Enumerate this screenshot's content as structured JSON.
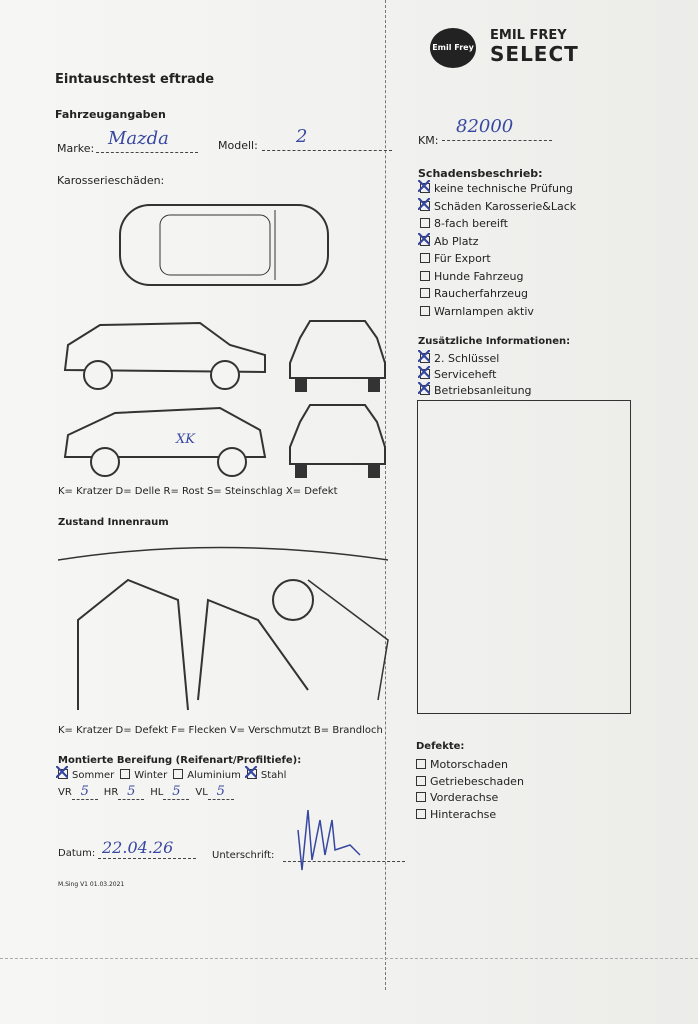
{
  "logo": {
    "brand_small": "Emil Frey",
    "brand_line1": "EMIL FREY",
    "brand_line2": "SELECT"
  },
  "title": "Eintauschtest eftrade",
  "vehicle": {
    "section": "Fahrzeugangaben",
    "make_label": "Marke:",
    "make_value": "Mazda",
    "model_label": "Modell:",
    "model_value": "2",
    "km_label": "KM:",
    "km_value": "82000"
  },
  "body_damage": {
    "section": "Karosserieschäden:",
    "legend": "K= Kratzer D= Delle R= Rost S= Steinschlag X= Defekt",
    "mark": "XK"
  },
  "interior": {
    "section": "Zustand Innenraum",
    "legend": "K= Kratzer D= Defekt F= Flecken V= Verschmutzt B= Brandloch"
  },
  "tires": {
    "section": "Montierte Bereifung (Reifenart/Profiltiefe):",
    "options": [
      {
        "label": "Sommer",
        "checked": true
      },
      {
        "label": "Winter",
        "checked": false
      },
      {
        "label": "Aluminium",
        "checked": false
      },
      {
        "label": "Stahl",
        "checked": true
      }
    ],
    "depths": [
      {
        "label": "VR",
        "value": "5"
      },
      {
        "label": "HR",
        "value": "5"
      },
      {
        "label": "HL",
        "value": "5"
      },
      {
        "label": "VL",
        "value": "5"
      }
    ]
  },
  "date": {
    "label": "Datum:",
    "value": "22.04.26"
  },
  "signature": {
    "label": "Unterschrift:",
    "value": "signature"
  },
  "footer": "M.Sing V1 01.03.2021",
  "damage_desc": {
    "section": "Schadensbeschrieb:",
    "items": [
      {
        "label": "keine technische Prüfung",
        "checked": true
      },
      {
        "label": "Schäden Karosserie&Lack",
        "checked": true
      },
      {
        "label": "8-fach bereift",
        "checked": false
      },
      {
        "label": "Ab Platz",
        "checked": true
      },
      {
        "label": "Für Export",
        "checked": false
      },
      {
        "label": "Hunde Fahrzeug",
        "checked": false
      },
      {
        "label": "Raucherfahrzeug",
        "checked": false
      },
      {
        "label": "Warnlampen aktiv",
        "checked": false
      }
    ]
  },
  "extra_info": {
    "section": "Zusätzliche Informationen:",
    "items": [
      {
        "label": "2. Schlüssel",
        "checked": true
      },
      {
        "label": "Serviceheft",
        "checked": true
      },
      {
        "label": "Betriebsanleitung",
        "checked": true
      }
    ]
  },
  "defects": {
    "section": "Defekte:",
    "items": [
      {
        "label": "Motorschaden",
        "checked": false
      },
      {
        "label": "Getriebeschaden",
        "checked": false
      },
      {
        "label": "Vorderachse",
        "checked": false
      },
      {
        "label": "Hinterachse",
        "checked": false
      }
    ]
  }
}
